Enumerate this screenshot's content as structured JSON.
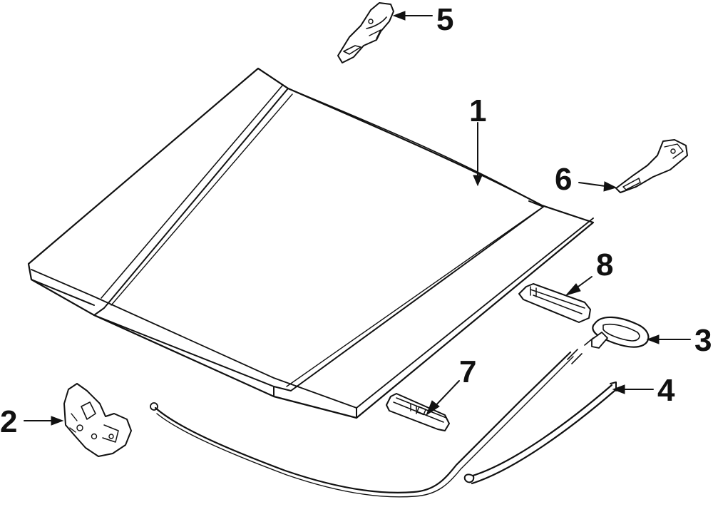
{
  "diagram": {
    "colors": {
      "ink": "#111111",
      "paper": "#ffffff"
    },
    "callouts": [
      {
        "number": "1",
        "part": "hood-panel"
      },
      {
        "number": "2",
        "part": "hood-latch"
      },
      {
        "number": "3",
        "part": "release-handle"
      },
      {
        "number": "4",
        "part": "prop-rod"
      },
      {
        "number": "5",
        "part": "left-hinge"
      },
      {
        "number": "6",
        "part": "right-hinge"
      },
      {
        "number": "7",
        "part": "left-molding-clip"
      },
      {
        "number": "8",
        "part": "right-molding-clip"
      }
    ]
  }
}
